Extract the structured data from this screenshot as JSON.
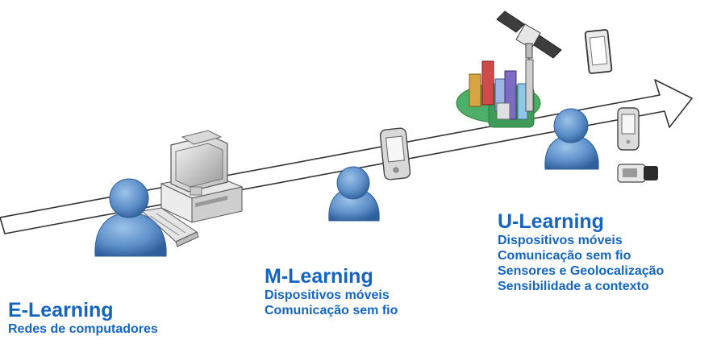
{
  "colors": {
    "accent_text": "#1565c0",
    "person_fill": "#5d8fc9",
    "arrow_stroke": "#333333"
  },
  "icons": [
    "computer-icon",
    "keyboard-icon",
    "pda-icon",
    "tablet-icon",
    "satellite-icon",
    "city-icon",
    "wrist-device-icon",
    "user-icon",
    "timeline-arrow"
  ],
  "stages": {
    "e_learning": {
      "title": "E-Learning",
      "items": [
        "Redes de computadores"
      ]
    },
    "m_learning": {
      "title": "M-Learning",
      "items": [
        "Dispositivos móveis",
        "Comunicação sem fio"
      ]
    },
    "u_learning": {
      "title": "U-Learning",
      "items": [
        "Dispositivos móveis",
        "Comunicação sem fio",
        "Sensores e Geolocalização",
        "Sensibilidade a contexto"
      ]
    }
  }
}
